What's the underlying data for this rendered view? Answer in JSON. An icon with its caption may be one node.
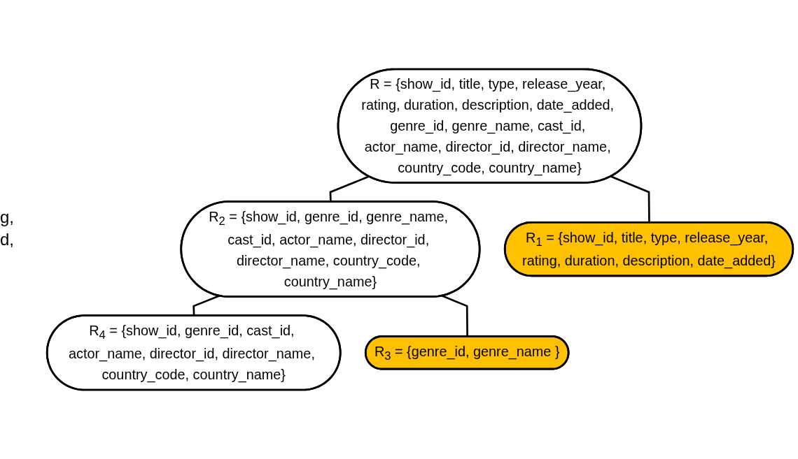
{
  "diagram": {
    "nodes": [
      {
        "text": [
          "R = {show_id, title, type, release_year, rating, duration, description, date_added, genre_id, genre_name, cast_id, actor_name, director_id, director_name, country_code, country_name}"
        ]
      },
      {
        "text": [
          "R$_{2}$ = {show_id, genre_id, genre_name, cast_id, actor_name, director_id, director_name, country_code, country_name}"
        ]
      },
      {
        "text": [
          "R$_{1}$ = {show_id, title, type, release_year, rating, duration, description, date_added}"
        ]
      },
      {
        "text": [
          "R$_{4}$ = {show_id, genre_id, cast_id, actor_name, director_id, director_name, country_code, country_name}"
        ]
      },
      {
        "text": [
          "R$_{3}$ = {genre_id, genre_name }"
        ]
      }
    ],
    "edges": [
      {
        "from": 0,
        "to": 1,
        "arrow": "none"
      },
      {
        "from": 0,
        "to": 2,
        "arrow": "none"
      },
      {
        "from": 1,
        "to": 3,
        "arrow": "none"
      },
      {
        "from": 1,
        "to": 4,
        "arrow": "none"
      }
    ],
    "labels": [
      "g,",
      "d,"
    ]
  }
}
